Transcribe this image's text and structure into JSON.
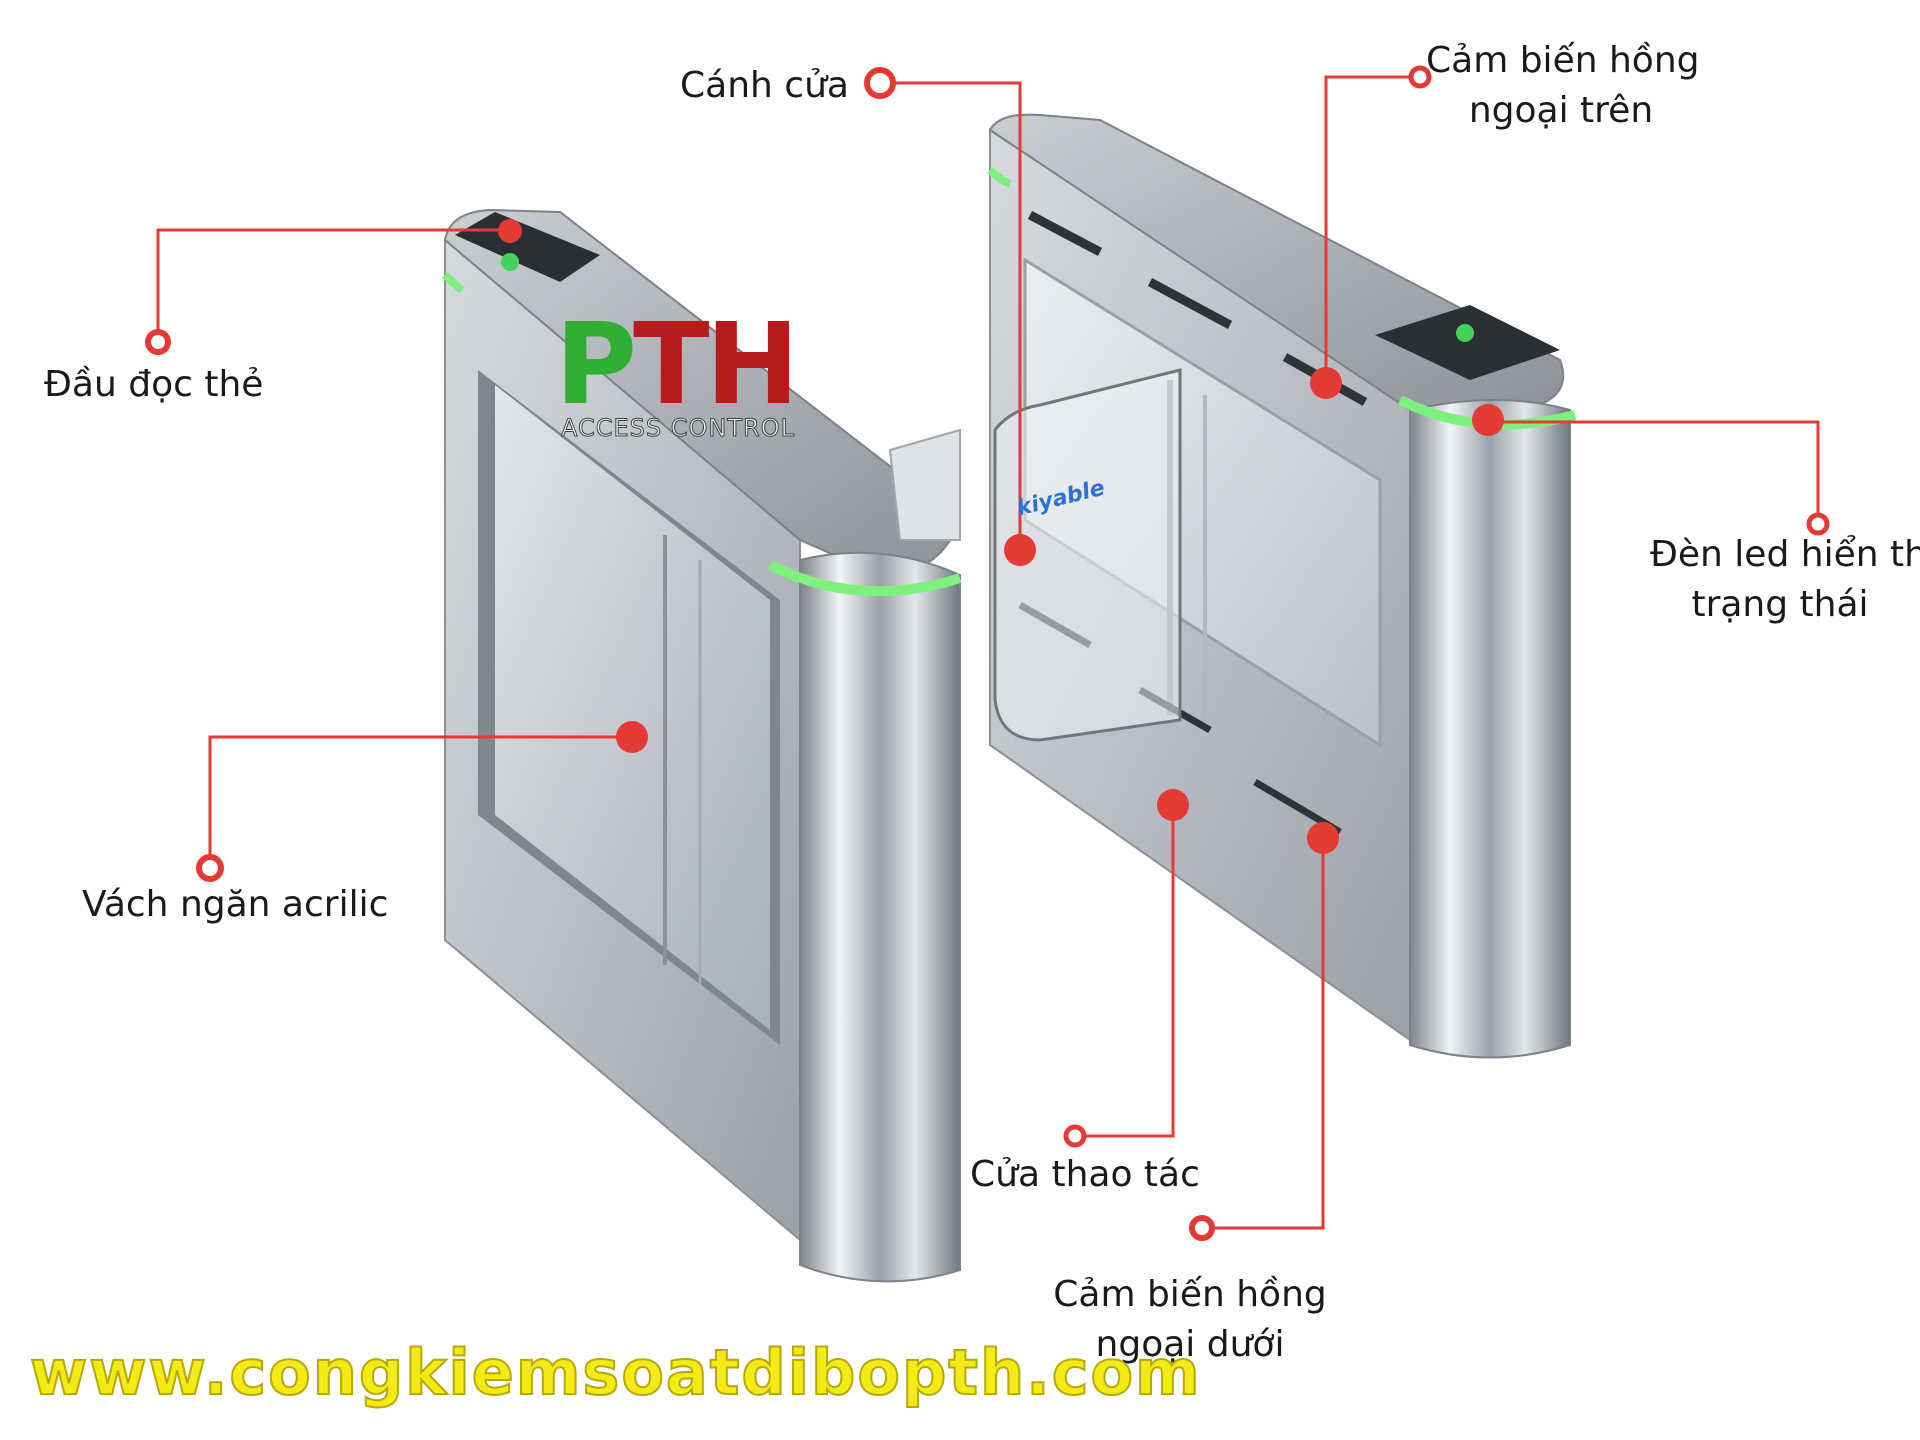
{
  "labels": {
    "door_wing": "Cánh cửa",
    "card_reader": "Đầu đọc thẻ",
    "ir_top_line1": "Cảm biến hồng",
    "ir_top_line2": "ngoại trên",
    "led_line1": "Đèn led hiển thị",
    "led_line2": "trạng thái",
    "acrylic": "Vách ngăn acrilic",
    "service_door": "Cửa thao tác",
    "ir_bottom_line1": "Cảm biến hồng",
    "ir_bottom_line2": "ngoại dưới"
  },
  "logo": {
    "mark_p": "P",
    "mark_th": "TH",
    "subtitle": "ACCESS CONTROL"
  },
  "gate_brand": "kiyable",
  "website": "www.congkiemsoatdibopth.com",
  "colors": {
    "callout": "#e53935",
    "led": "#7ef07e",
    "steel_dark": "#8f959b",
    "steel_light": "#e9ecef",
    "url_yellow": "#f4ea16"
  }
}
